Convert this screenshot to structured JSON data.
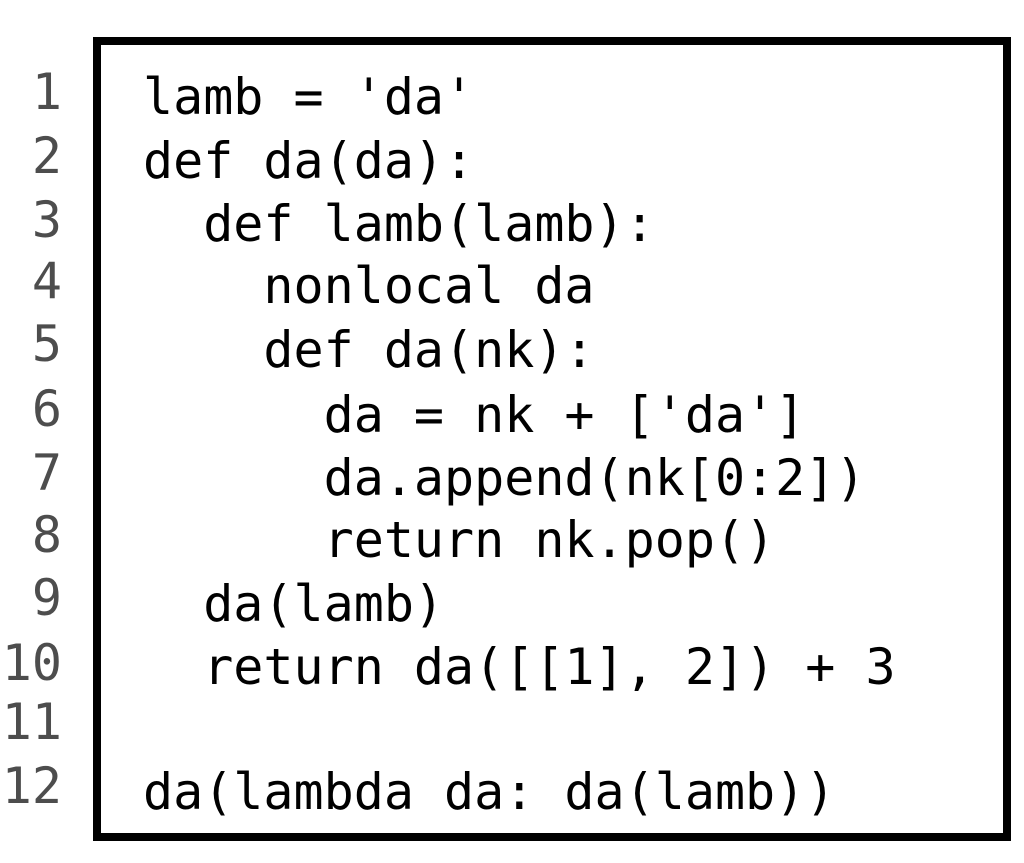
{
  "code_view": {
    "line_numbers": [
      "1",
      "2",
      "3",
      "4",
      "5",
      "6",
      "7",
      "8",
      "9",
      "10",
      "11",
      "12"
    ],
    "lines": [
      "lamb = 'da'",
      "def da(da):",
      "  def lamb(lamb):",
      "    nonlocal da",
      "    def da(nk):",
      "      da = nk + ['da']",
      "      da.append(nk[0:2])",
      "      return nk.pop()",
      "  da(lamb)",
      "  return da([[1], 2]) + 3",
      "",
      "da(lambda da: da(lamb))"
    ]
  }
}
